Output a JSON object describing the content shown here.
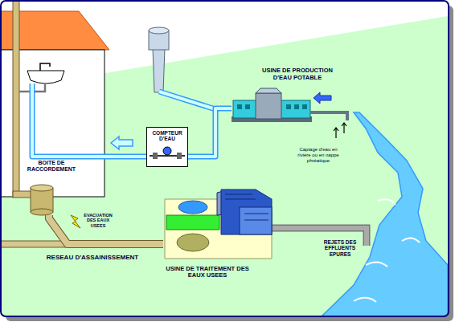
{
  "diagram": {
    "nodes": [
      {
        "text": [
          "USINE DE PRODUCTION D'EAU POTABLE"
        ]
      },
      {
        "text": [
          "COMPTEUR D'EAU"
        ]
      },
      {
        "text": [
          "BOITE DE RACCORDEMENT"
        ]
      },
      {
        "text": [
          "USINE DE TRAITEMENT DES EAUX USEES"
        ]
      }
    ],
    "edges": [
      {
        "from": 0,
        "to": 1,
        "arrow": "none"
      },
      {
        "from": 2,
        "to": 3,
        "arrow": "none"
      }
    ],
    "labels": [
      "Captage d'eau en rivière ou en nappe phréatique",
      "EVACUATION DES EAUX USEES",
      "RESEAU D'ASSAINISSEMENT",
      "REJETS DES EFFLUENTS EPURES"
    ]
  }
}
